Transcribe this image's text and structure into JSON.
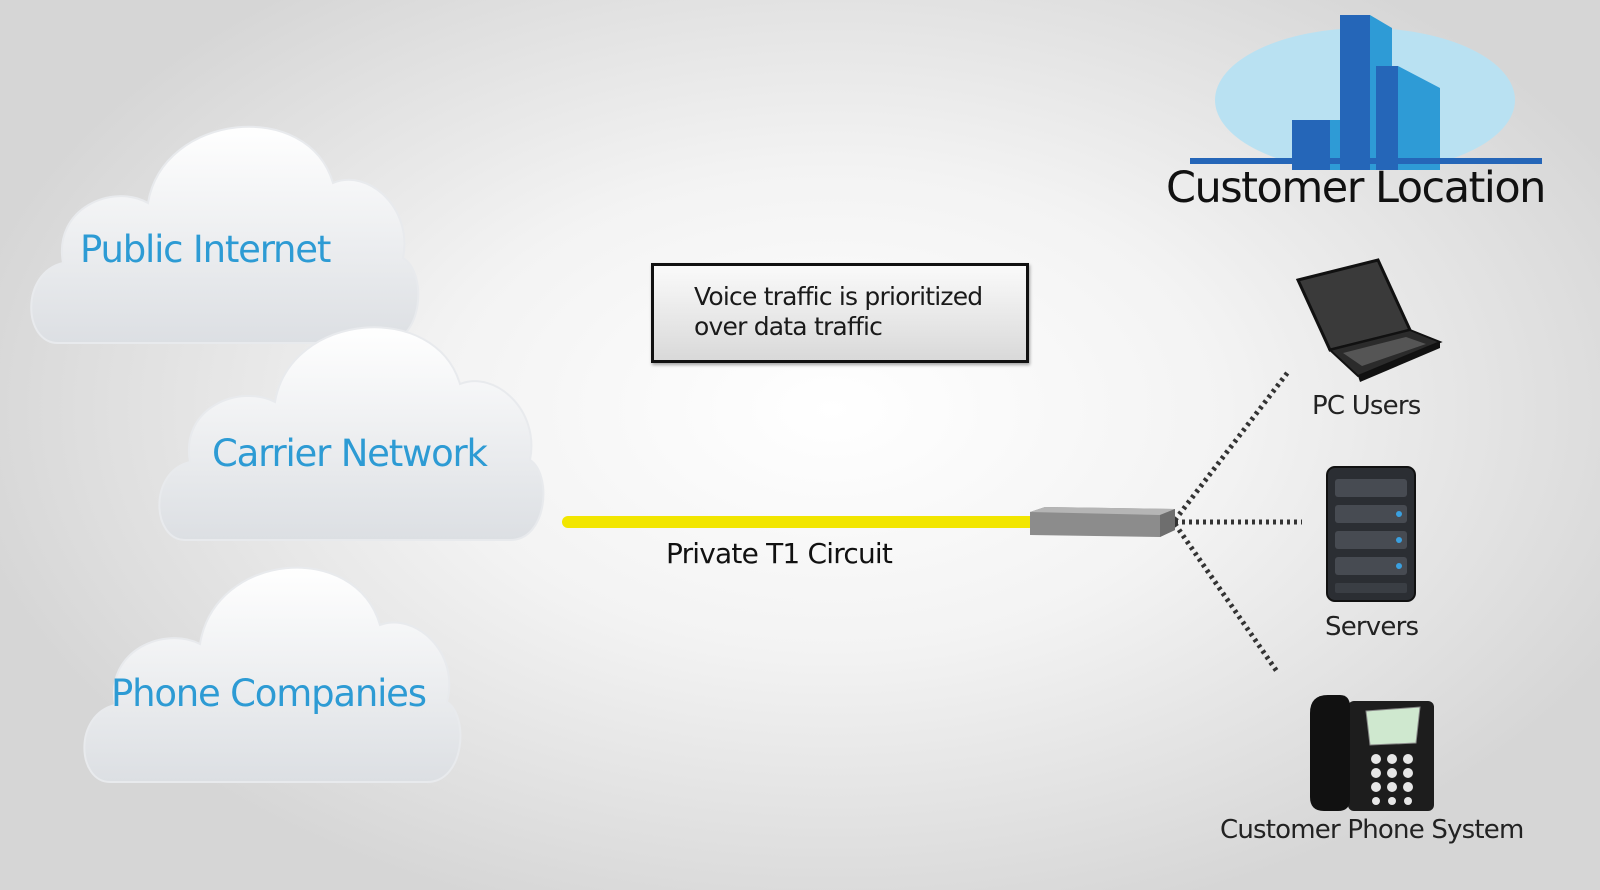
{
  "clouds": [
    {
      "label": "Public Internet"
    },
    {
      "label": "Carrier Network"
    },
    {
      "label": "Phone Companies"
    }
  ],
  "note": {
    "lines": [
      "Voice traffic is prioritized",
      "over data traffic"
    ]
  },
  "circuit": {
    "label": "Private T1 Circuit",
    "color": "#f2e600"
  },
  "customer": {
    "title": "Customer Location"
  },
  "devices": [
    {
      "label": "PC Users",
      "icon": "laptop-icon"
    },
    {
      "label": "Servers",
      "icon": "server-icon"
    },
    {
      "label": "Customer Phone System",
      "icon": "desk-phone-icon"
    }
  ],
  "colors": {
    "cloud_text": "#2d9bd4",
    "building": "#2a8fd0",
    "circuit": "#f2e600"
  }
}
